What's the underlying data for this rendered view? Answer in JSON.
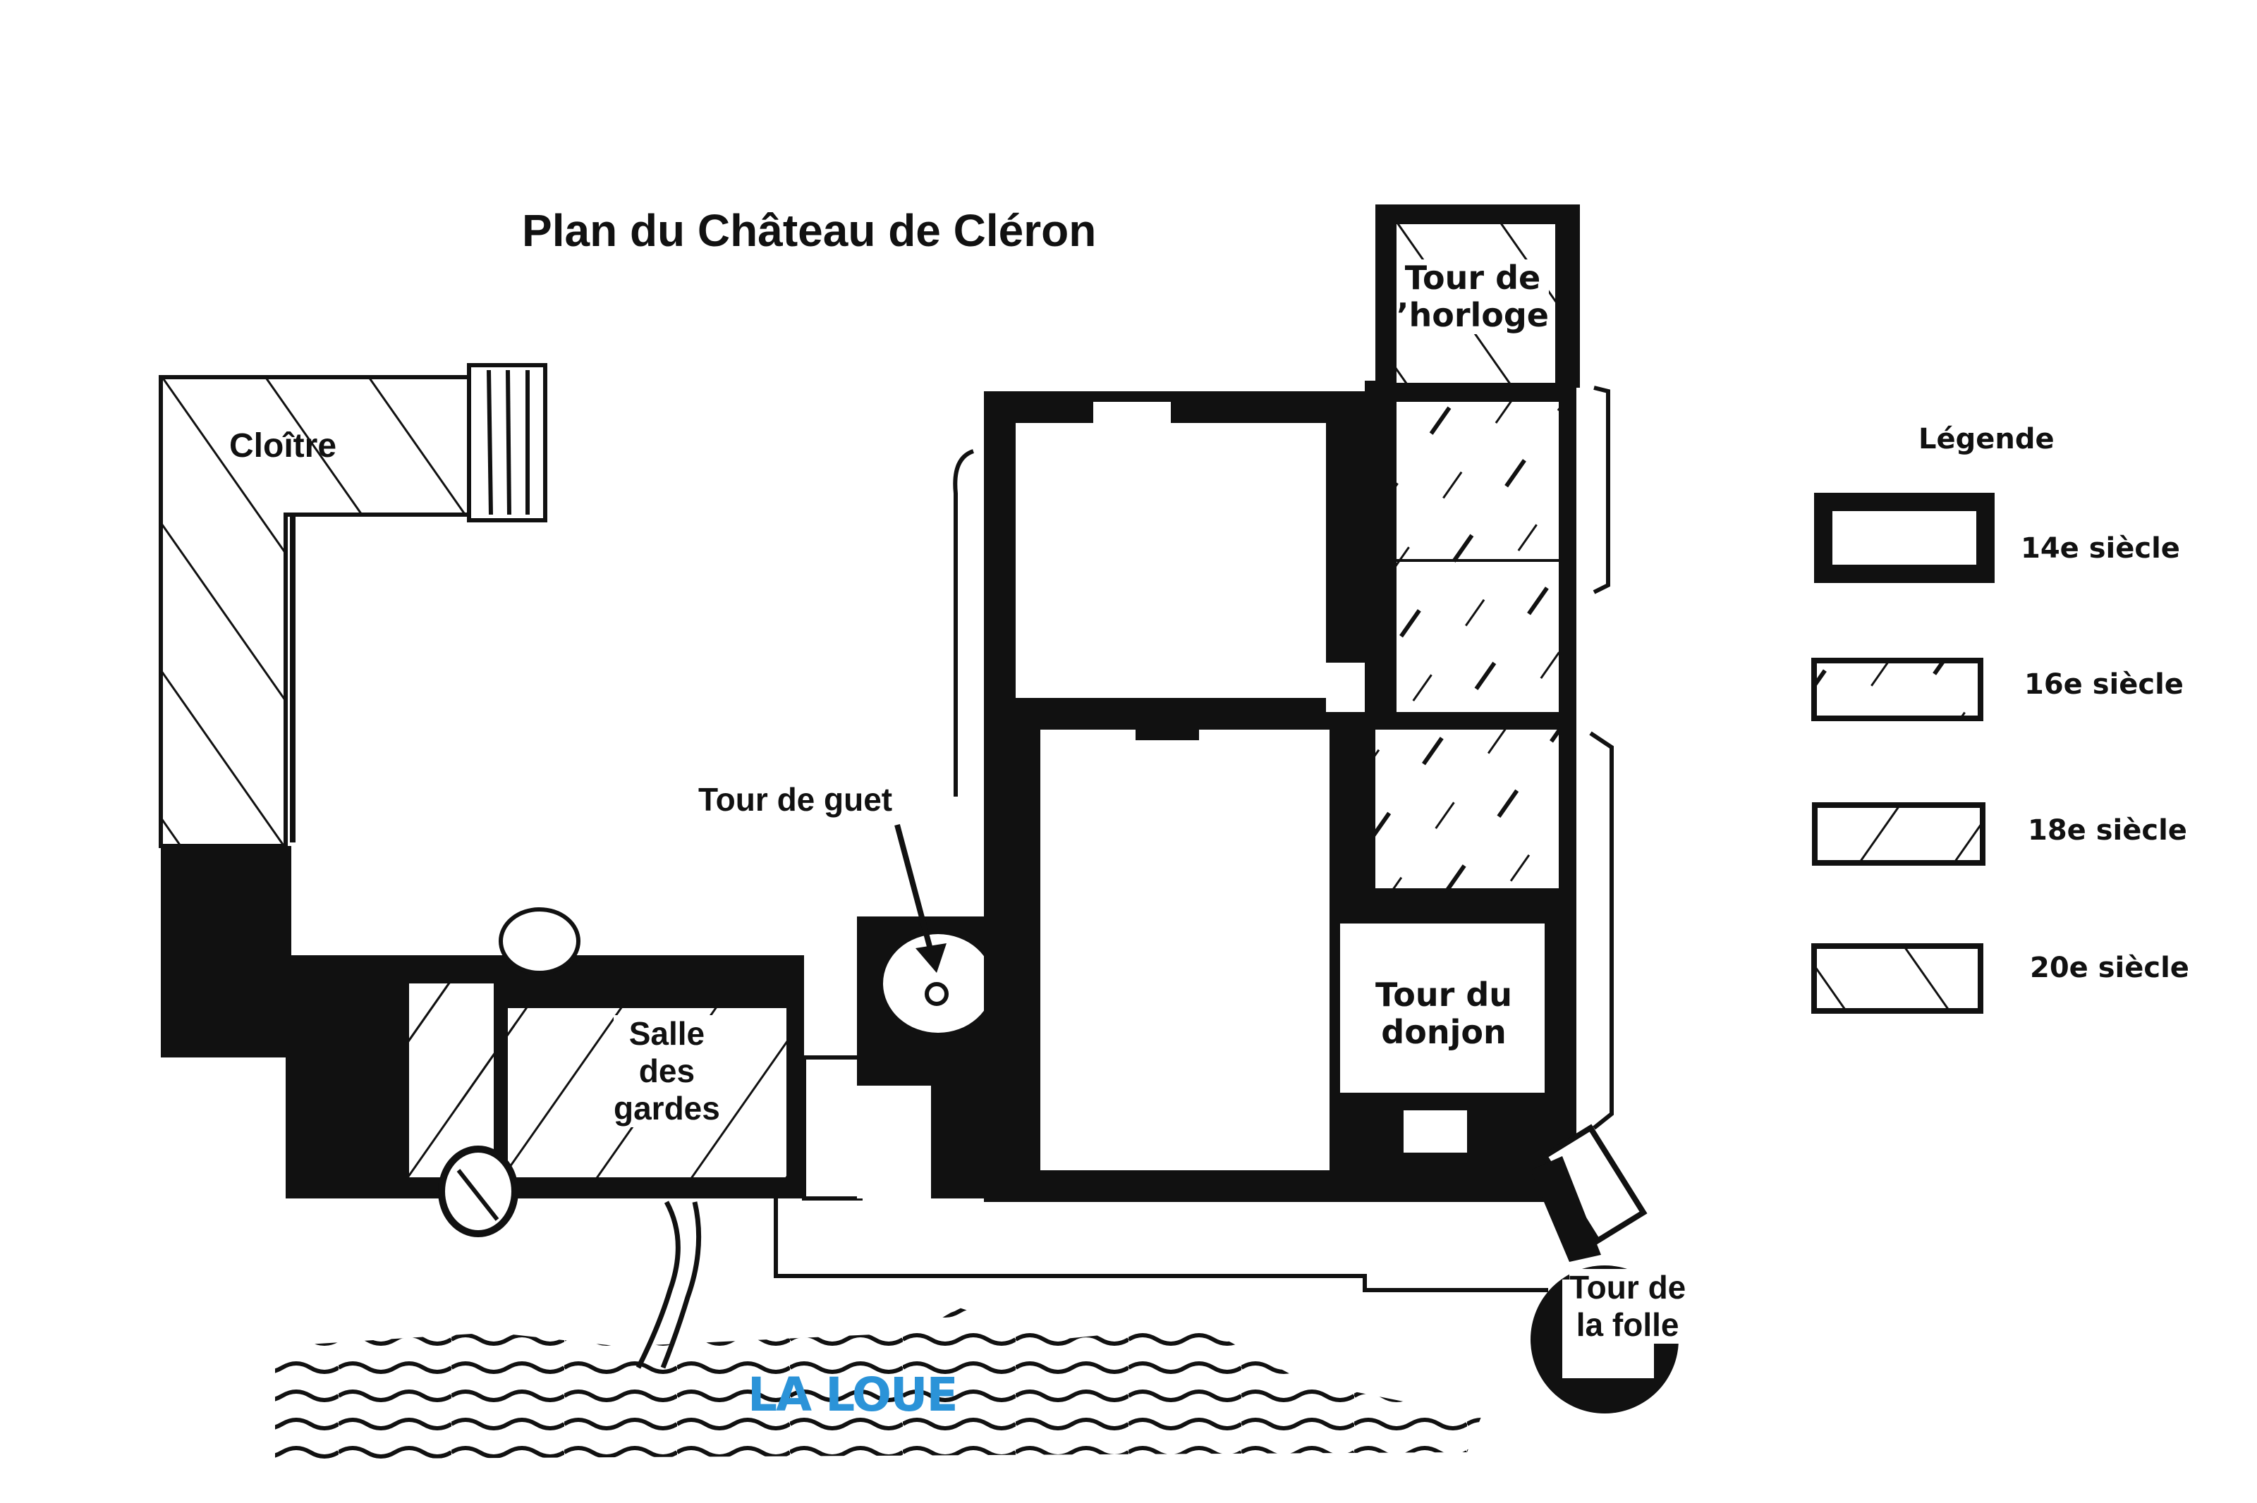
{
  "title": "Plan du Château de Cléron",
  "rooms": {
    "cloitre": "Cloître",
    "tour_horloge_1": "Tour de",
    "tour_horloge_2": "’horloge",
    "tour_guet": "Tour de guet",
    "salle_gardes_1": "Salle",
    "salle_gardes_2": "des",
    "salle_gardes_3": "gardes",
    "tour_donjon_1": "Tour du",
    "tour_donjon_2": "donjon",
    "tour_folle_1": "Tour de",
    "tour_folle_2": "la folle"
  },
  "river": {
    "label": "LA LOUE",
    "color": "#2b93d8"
  },
  "legend": {
    "title": "Légende",
    "items": [
      {
        "label": "14e siècle",
        "pattern": "solid-black-wall"
      },
      {
        "label": "16e siècle",
        "pattern": "dashed-hatch"
      },
      {
        "label": "18e siècle",
        "pattern": "hatch-descending"
      },
      {
        "label": "20e siècle",
        "pattern": "hatch-ascending"
      }
    ]
  },
  "colors": {
    "ink": "#111111",
    "background": "#ffffff",
    "river_label": "#2b93d8"
  }
}
